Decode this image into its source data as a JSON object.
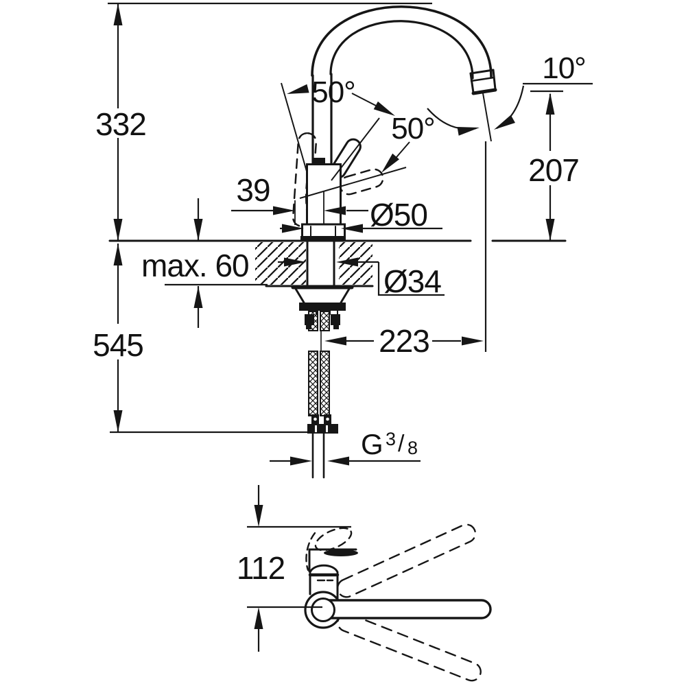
{
  "drawing": {
    "type": "faucet installation dimension drawing",
    "colors": {
      "line": "#161616",
      "background": "#ffffff"
    },
    "labels": {
      "height_above_deck": "332",
      "height_below_deck": "545",
      "lever_offset": "39",
      "base_diameter": "Ø50",
      "deck_thickness": "max. 60",
      "shank_diameter": "Ø34",
      "spout_reach": "223",
      "outlet_height": "207",
      "outlet_angle": "10°",
      "lever_angle_front": "50°",
      "lever_angle_open": "50°",
      "top_view_depth": "112",
      "thread_letter": "G",
      "thread_numerator": "3",
      "thread_slash": "/",
      "thread_denominator": "8"
    }
  }
}
